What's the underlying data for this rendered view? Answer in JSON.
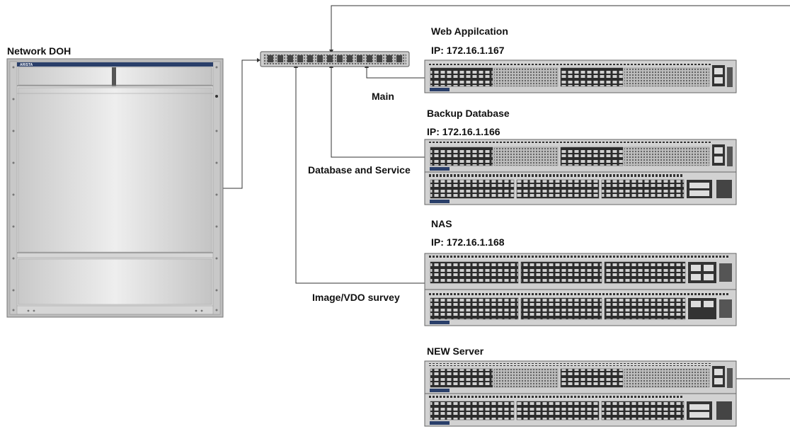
{
  "diagram": {
    "core_switch": {
      "title": "Network DOH",
      "brand": "ARISTA"
    },
    "servers": [
      {
        "name": "Web Appilcation",
        "ip": "IP: 172.16.1.167",
        "link": "Main"
      },
      {
        "name": "Backup Database",
        "ip": "IP: 172.16.1.166",
        "link": "Database and Service"
      },
      {
        "name": "NAS",
        "ip": "IP: 172.16.1.168",
        "link": "Image/VDO survey"
      },
      {
        "name": "NEW Server",
        "ip": "",
        "link": ""
      }
    ],
    "colors": {
      "line": "#333333",
      "chassis": "#d9d9d9",
      "port_dark": "#222222",
      "brand_strip": "#2a3f6a"
    }
  }
}
